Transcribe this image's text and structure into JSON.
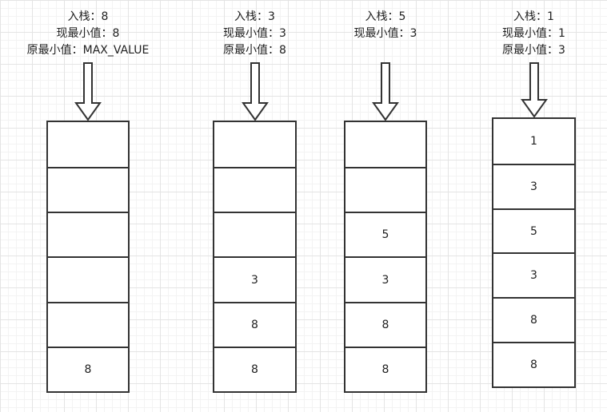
{
  "stacks": [
    {
      "labels": [
        "入栈：8",
        "现最小值：8",
        "原最小值：MAX_VALUE"
      ],
      "cells": [
        "",
        "",
        "",
        "",
        "",
        "8"
      ]
    },
    {
      "labels": [
        "入栈：3",
        "现最小值：3",
        "原最小值：8"
      ],
      "cells": [
        "",
        "",
        "",
        "3",
        "8",
        "8"
      ]
    },
    {
      "labels": [
        "入栈：5",
        "现最小值：3"
      ],
      "cells": [
        "",
        "",
        "5",
        "3",
        "8",
        "8"
      ]
    },
    {
      "labels": [
        "入栈：1",
        "现最小值：1",
        "原最小值：3"
      ],
      "cells": [
        "1",
        "3",
        "5",
        "3",
        "8",
        "8"
      ]
    }
  ]
}
